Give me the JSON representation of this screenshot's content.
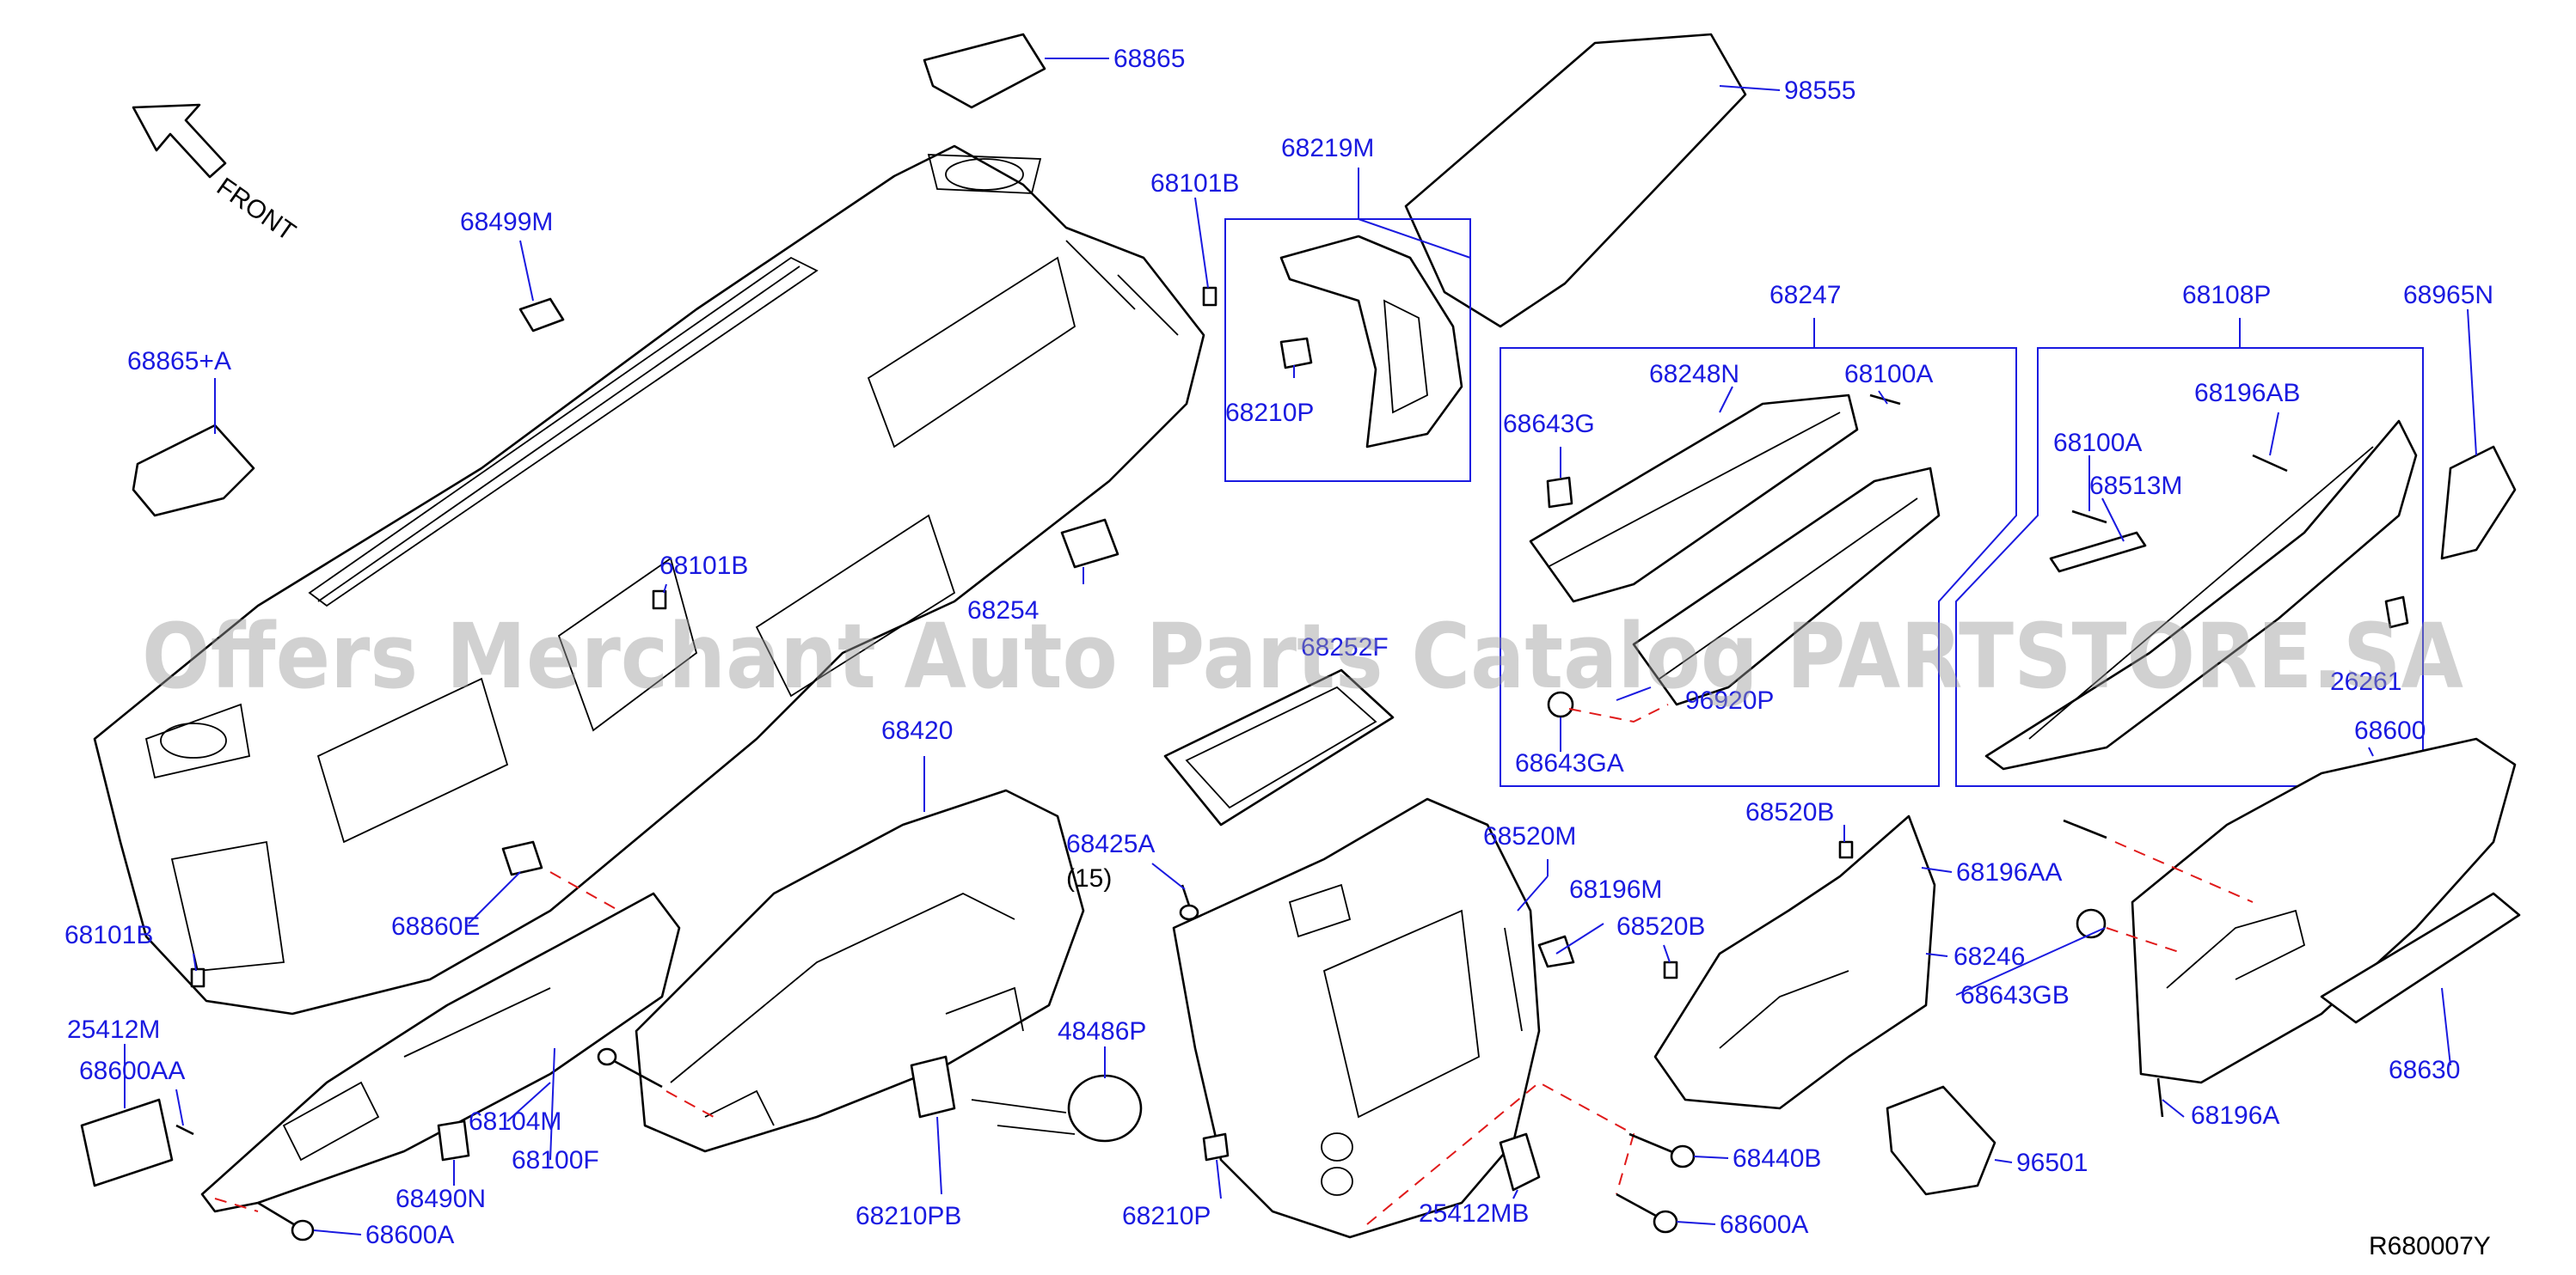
{
  "front_label": "FRONT",
  "reference_code": "R680007Y",
  "quantity_note": "(15)",
  "watermark": "Offers Merchant Auto Parts Catalog PARTSTORE.SA",
  "colors": {
    "label": "#1a1ae0",
    "line": "#000000",
    "dashed": "#e01a1a",
    "watermark": "#9a9a9a"
  },
  "parts": [
    "68865",
    "98555",
    "68101B",
    "68219M",
    "68499M",
    "68865+A",
    "68210P",
    "68247",
    "68248N",
    "68100A",
    "68108P",
    "68965N",
    "68643G",
    "68196AB",
    "68100A",
    "68513M",
    "68101B",
    "68254",
    "68252F",
    "96920P",
    "26261",
    "68643GA",
    "68420",
    "68600",
    "68425A",
    "68520M",
    "68520B",
    "68196AA",
    "68101B",
    "68860E",
    "68196M",
    "68520B",
    "68246",
    "68643GB",
    "25412M",
    "48486P",
    "68600AA",
    "68104M",
    "68630",
    "68100F",
    "68196A",
    "68440B",
    "96501",
    "68490N",
    "68210PB",
    "68210P",
    "25412MB",
    "68600A",
    "68600A"
  ]
}
